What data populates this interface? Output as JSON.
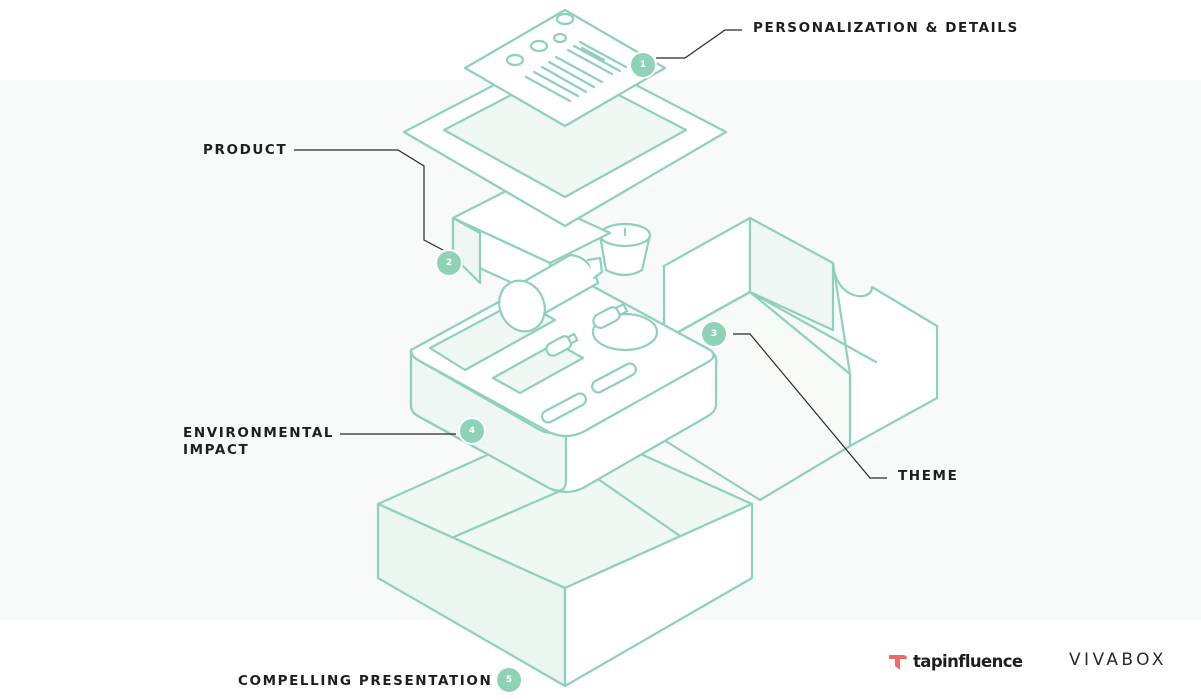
{
  "labels": {
    "personalization": "PERSONALIZATION & DETAILS",
    "product": "PRODUCT",
    "theme": "THEME",
    "environmental_line1": "ENVIRONMENTAL",
    "environmental_line2": "IMPACT",
    "compelling": "COMPELLING PRESENTATION"
  },
  "badges": {
    "b1": "1",
    "b2": "2",
    "b3": "3",
    "b4": "4",
    "b5": "5"
  },
  "brands": {
    "tapinfluence": "tapinfluence",
    "vivabox": "VIVABOX"
  },
  "colors": {
    "accent": "#8fd3b6",
    "line": "#8fd1b8",
    "fill": "#eef7f3",
    "text": "#1e1e1e",
    "brand_red": "#f06a6a"
  }
}
